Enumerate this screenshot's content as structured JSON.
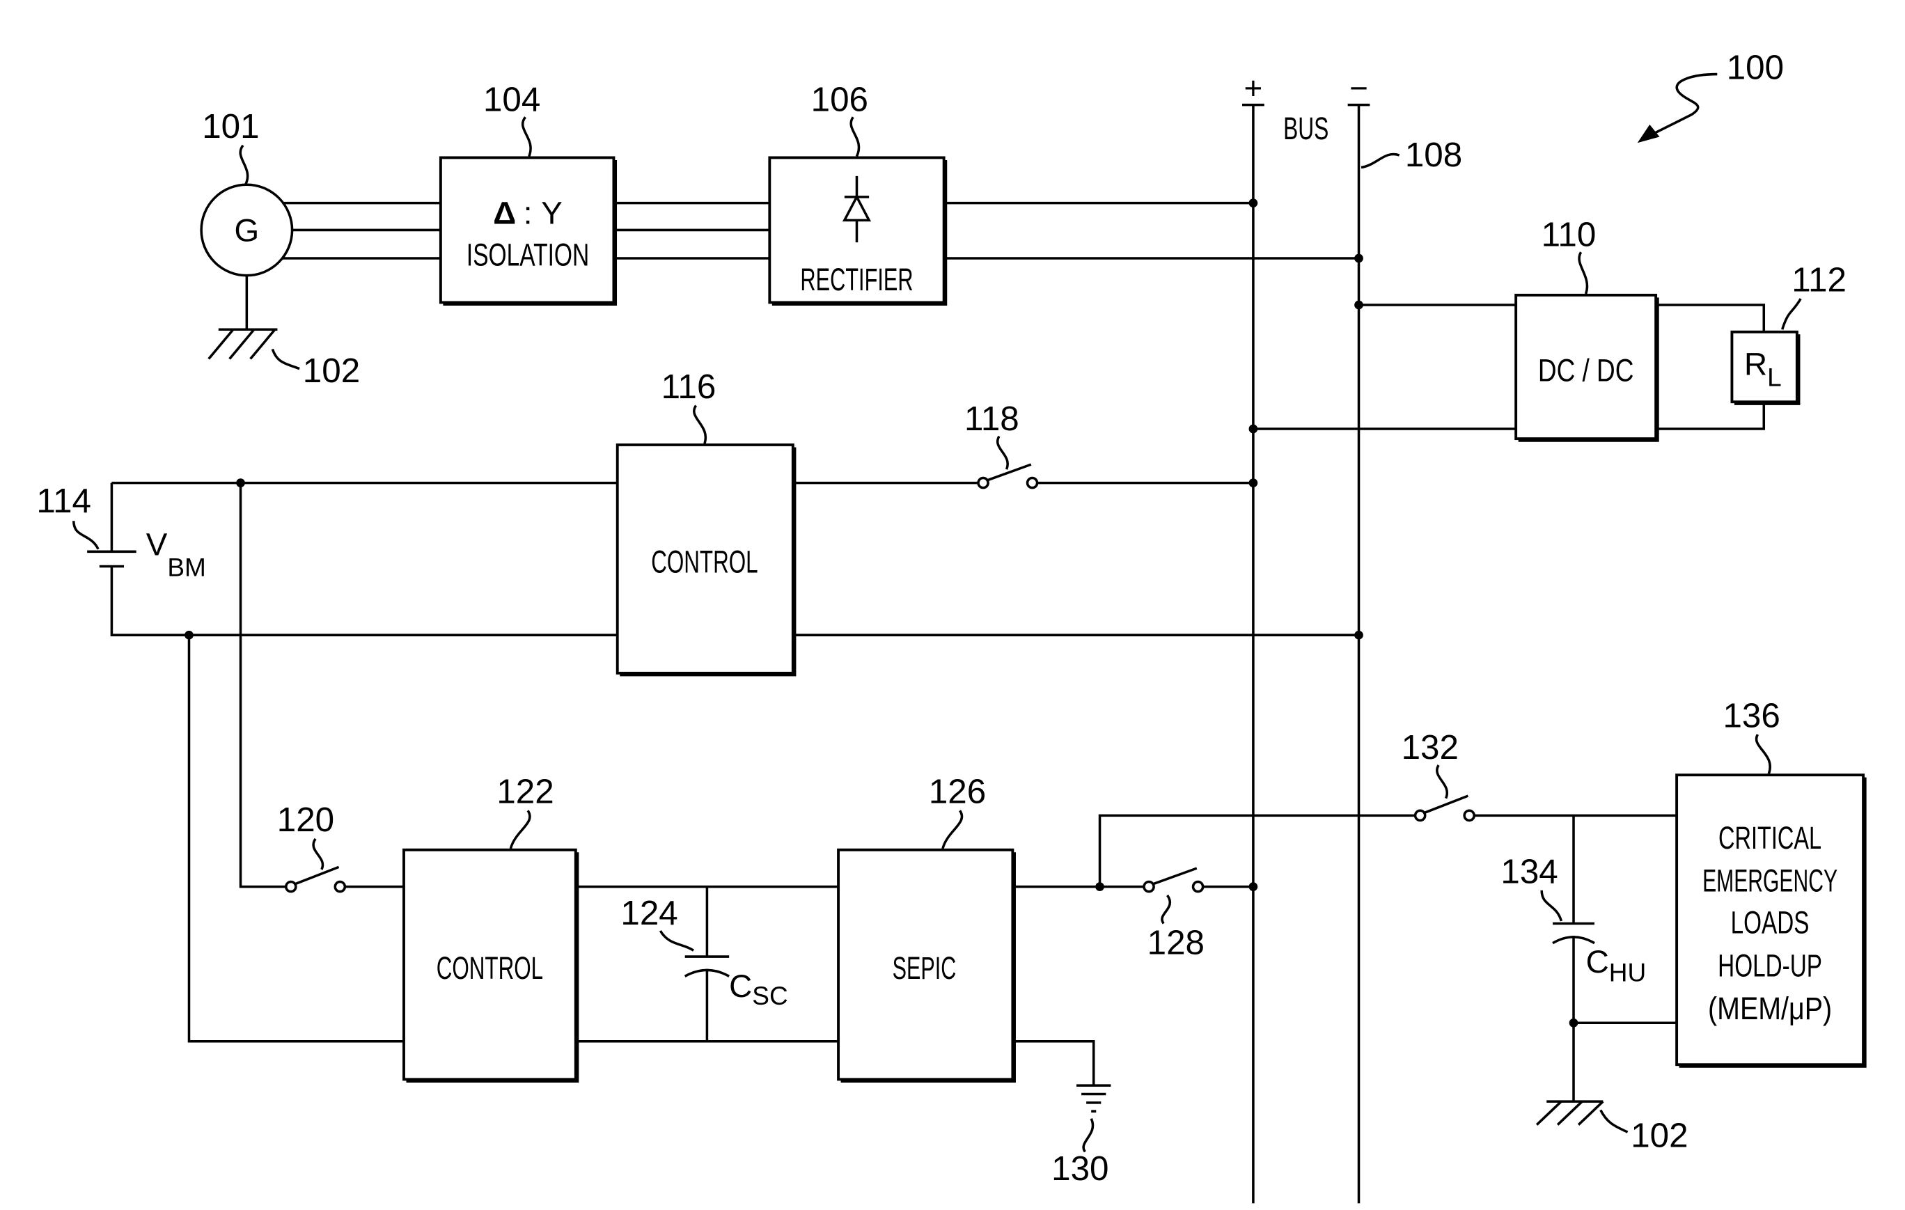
{
  "figure": {
    "ref": "100"
  },
  "generator": {
    "symbol": "G",
    "ref": "101"
  },
  "grounds": [
    {
      "ref": "102"
    },
    {
      "ref": "102"
    }
  ],
  "isolation": {
    "symbol_delta": "Δ",
    "symbol_ratio": ": Y",
    "label": "ISOLATION",
    "ref": "104"
  },
  "rectifier": {
    "label": "RECTIFIER",
    "ref": "106"
  },
  "bus": {
    "label": "BUS",
    "positive": "+",
    "negative": "−",
    "ref": "108"
  },
  "dcdc": {
    "label": "DC / DC",
    "ref": "110"
  },
  "load": {
    "symbol": "R",
    "subscript": "L",
    "ref": "112"
  },
  "battery": {
    "symbol": "V",
    "subscript": "BM",
    "ref": "114"
  },
  "control_main": {
    "label": "CONTROL",
    "ref": "116"
  },
  "switches": [
    {
      "ref": "118"
    },
    {
      "ref": "120"
    },
    {
      "ref": "128"
    },
    {
      "ref": "132"
    }
  ],
  "control_aux": {
    "label": "CONTROL",
    "ref": "122"
  },
  "supercap": {
    "symbol": "C",
    "subscript": "SC",
    "ref": "124"
  },
  "sepic": {
    "label": "SEPIC",
    "ref": "126"
  },
  "chassis_ground": {
    "ref": "130"
  },
  "holdup_cap": {
    "symbol": "C",
    "subscript": "HU",
    "ref": "134"
  },
  "critical_loads": {
    "lines": [
      "CRITICAL",
      "EMERGENCY",
      "LOADS",
      "HOLD-UP",
      "(MEM/μP)"
    ],
    "ref": "136"
  }
}
